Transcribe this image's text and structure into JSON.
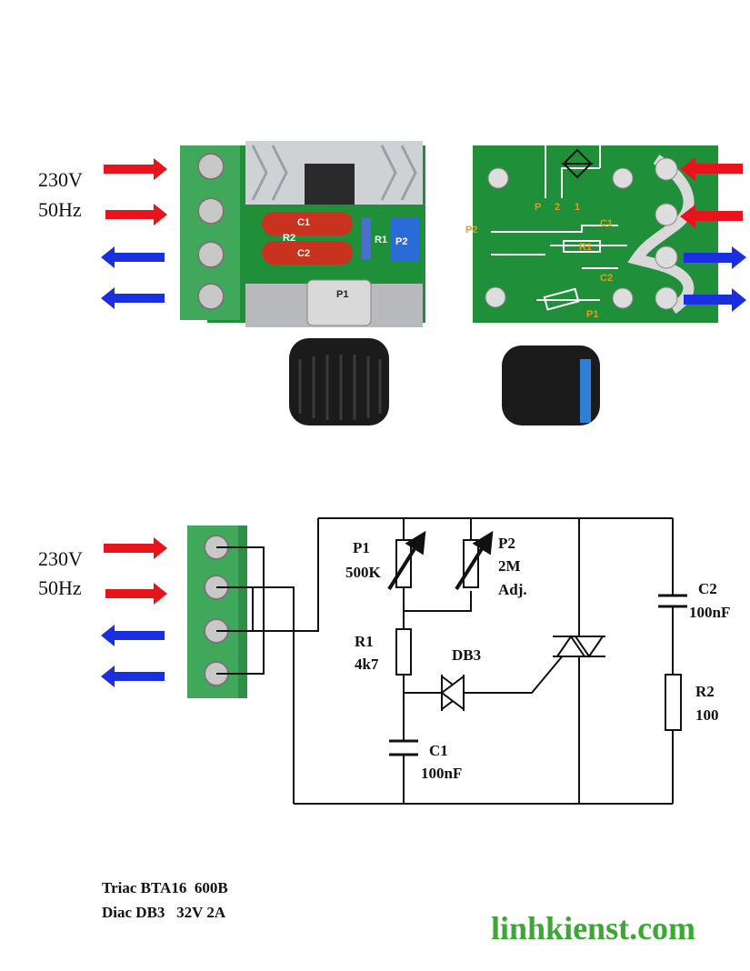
{
  "top_left": {
    "supply_voltage": "230V",
    "supply_freq": "50Hz",
    "labels": {
      "c1": "C1",
      "r2": "R2",
      "c2": "C2",
      "r1": "R1",
      "p2": "P2",
      "p1": "P1"
    }
  },
  "top_right": {
    "labels": {
      "p2": "P2",
      "pin_p": "P",
      "pin_2": "2",
      "pin_1": "1",
      "c1": "C1",
      "r1": "R1",
      "c2": "C2",
      "p1": "P1"
    }
  },
  "schematic": {
    "supply_voltage": "230V",
    "supply_freq": "50Hz",
    "p1_name": "P1",
    "p1_value": "500K",
    "p2_name": "P2",
    "p2_value": "2M",
    "p2_note": "Adj.",
    "r1_name": "R1",
    "r1_value": "4k7",
    "db3_name": "DB3",
    "c1_name": "C1",
    "c1_value": "100nF",
    "c2_name": "C2",
    "c2_value": "100nF",
    "r2_name": "R2",
    "r2_value": "100"
  },
  "notes": {
    "triac": "Triac BTA16  600B",
    "diac": "Diac DB3   32V 2A"
  },
  "brand": "linhkienst.com",
  "colors": {
    "in_arrow": "#e8141b",
    "out_arrow": "#1a2fe0",
    "pcb": "#1f8f3a",
    "terminal": "#3fa85a",
    "brand": "#3aa832"
  }
}
